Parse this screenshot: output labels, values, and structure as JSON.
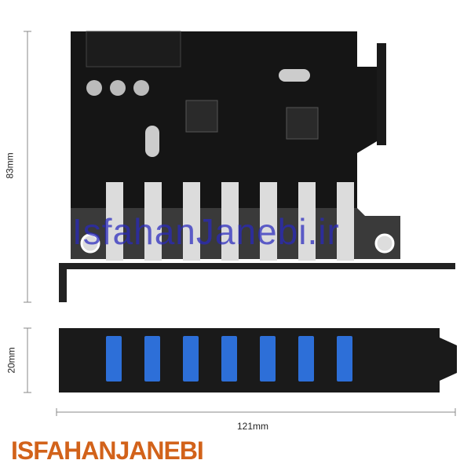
{
  "dimensions": {
    "height_top": "83mm",
    "height_bracket": "20mm",
    "width": "121mm"
  },
  "watermark": "IsfahanJanebi.ir",
  "logo": "ISFAHANJANEBI",
  "ports": 7,
  "colors": {
    "pcb": "#141414",
    "usb_blue": "#2d6fd8",
    "bracket": "#2a2a2a"
  }
}
